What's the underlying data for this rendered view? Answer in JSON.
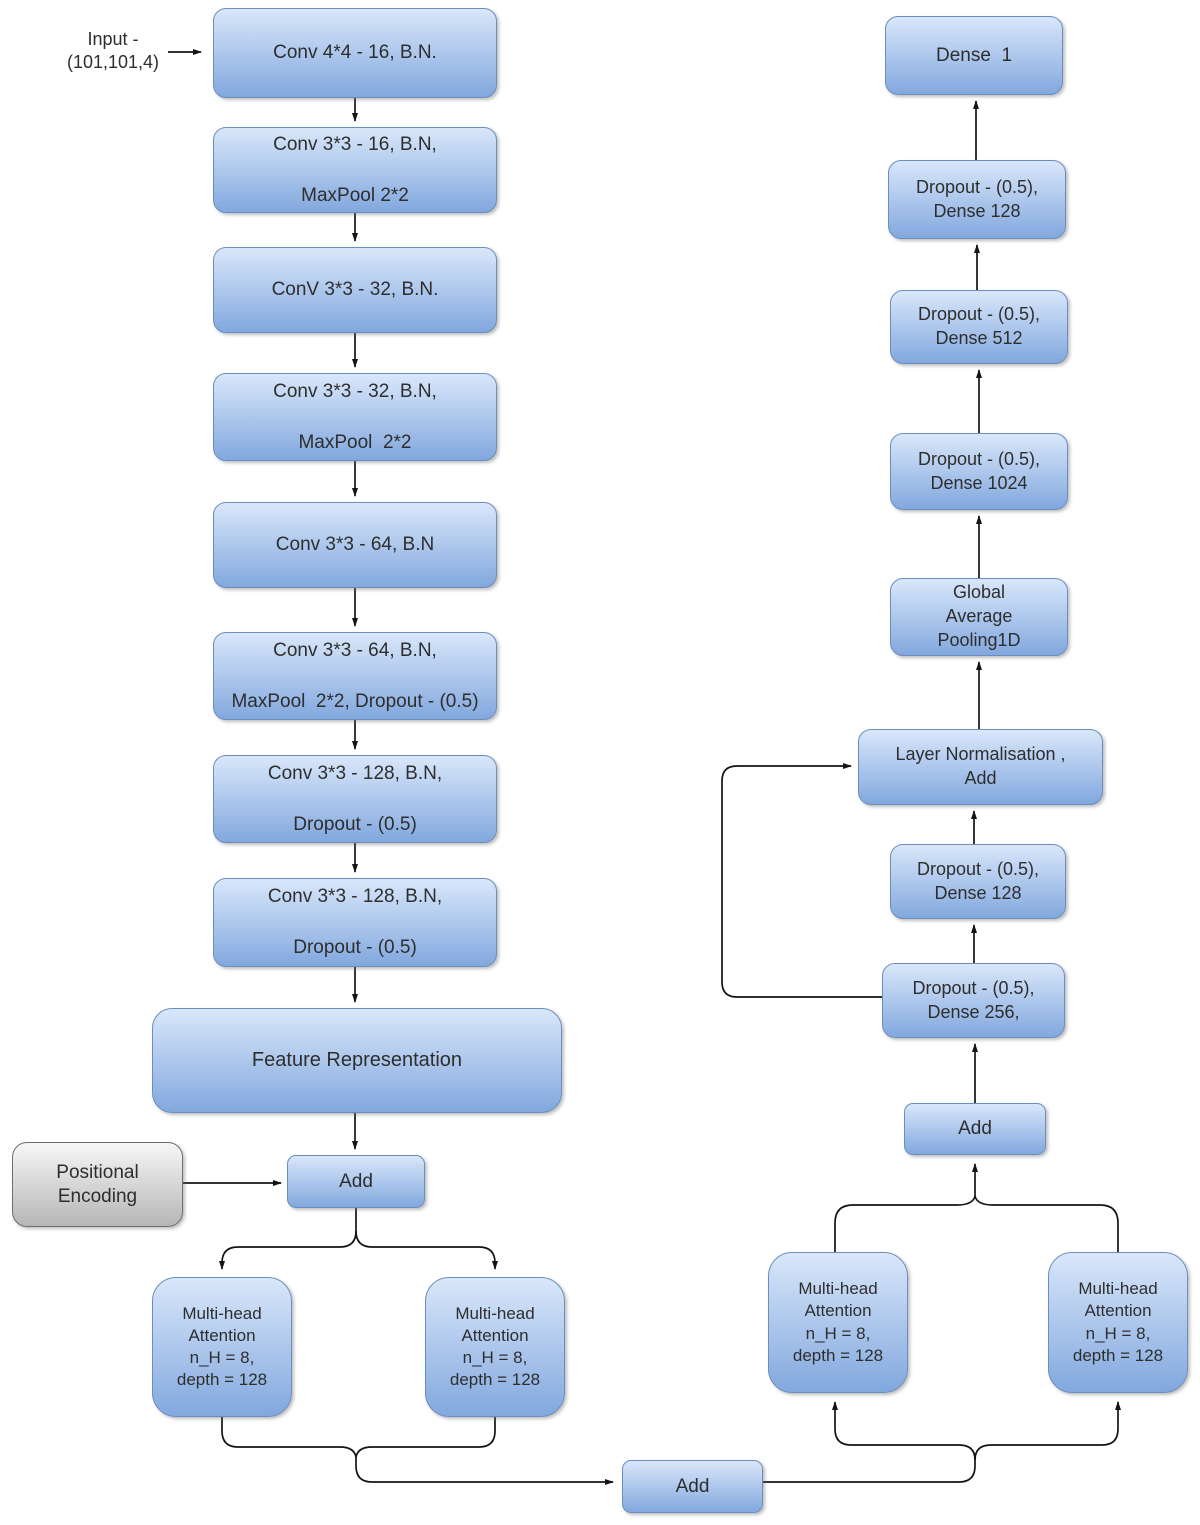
{
  "diagram_type": "neural-network-architecture-flowchart",
  "annotations": {
    "input_label": {
      "lines": [
        "Input -",
        "(101,101,4)"
      ]
    }
  },
  "nodes": {
    "conv1": {
      "lines": [
        "Conv 4*4 - 16, B.N."
      ]
    },
    "conv2": {
      "lines": [
        "Conv 3*3 - 16, B.N,",
        "MaxPool 2*2"
      ]
    },
    "conv3": {
      "lines": [
        "ConV 3*3 - 32, B.N."
      ]
    },
    "conv4": {
      "lines": [
        "Conv 3*3 - 32, B.N,",
        "MaxPool  2*2"
      ]
    },
    "conv5": {
      "lines": [
        "Conv 3*3 - 64, B.N"
      ]
    },
    "conv6": {
      "lines": [
        "Conv 3*3 - 64, B.N,",
        "MaxPool  2*2, Dropout - (0.5)"
      ]
    },
    "conv7": {
      "lines": [
        "Conv 3*3 - 128, B.N,",
        "Dropout - (0.5)"
      ]
    },
    "conv8": {
      "lines": [
        "Conv 3*3 - 128, B.N,",
        "Dropout - (0.5)"
      ]
    },
    "feature_representation": {
      "lines": [
        "Feature Representation"
      ]
    },
    "positional_encoding": {
      "lines": [
        "Positional",
        "Encoding"
      ]
    },
    "add_encoder": {
      "lines": [
        "Add"
      ]
    },
    "mha_left_1": {
      "lines": [
        "Multi-head",
        "Attention",
        "n_H = 8,",
        "depth = 128"
      ]
    },
    "mha_left_2": {
      "lines": [
        "Multi-head",
        "Attention",
        "n_H = 8,",
        "depth = 128"
      ]
    },
    "add_bottom": {
      "lines": [
        "Add"
      ]
    },
    "mha_right_1": {
      "lines": [
        "Multi-head",
        "Attention",
        "n_H = 8,",
        "depth = 128"
      ]
    },
    "mha_right_2": {
      "lines": [
        "Multi-head",
        "Attention",
        "n_H = 8,",
        "depth = 128"
      ]
    },
    "add_attention": {
      "lines": [
        "Add"
      ]
    },
    "dense256": {
      "lines": [
        "Dropout - (0.5),",
        "Dense 256,"
      ]
    },
    "dense128_lower": {
      "lines": [
        "Dropout - (0.5),",
        "Dense 128"
      ]
    },
    "layer_norm": {
      "lines": [
        "Layer Normalisation ,",
        "Add"
      ]
    },
    "global_avg_pool": {
      "lines": [
        "Global",
        "Average",
        "Pooling1D"
      ]
    },
    "dense1024": {
      "lines": [
        "Dropout - (0.5),",
        "Dense 1024"
      ]
    },
    "dense512": {
      "lines": [
        "Dropout - (0.5),",
        "Dense 512"
      ]
    },
    "dense128_upper": {
      "lines": [
        "Dropout - (0.5),",
        "Dense 128"
      ]
    },
    "dense1": {
      "lines": [
        "Dense  1"
      ]
    }
  },
  "colors": {
    "node_fill_top": "#d9e7fa",
    "node_fill_bottom": "#82a8de",
    "node_border": "#6c8ebf",
    "gray_fill_top": "#f7f7f7",
    "gray_fill_bottom": "#b6b6b6",
    "gray_border": "#6e6e6e",
    "edge": "#141414",
    "text": "#2e2e2e"
  }
}
